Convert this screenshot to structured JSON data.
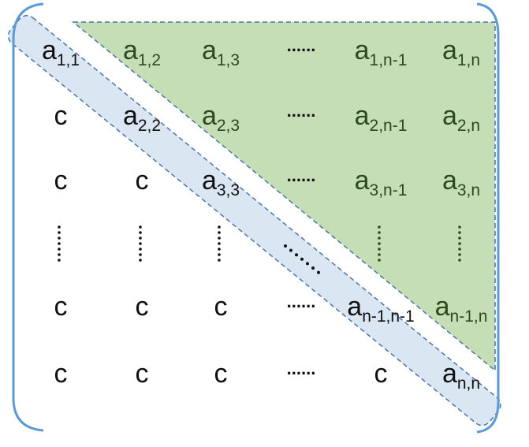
{
  "colors": {
    "upper_fill": "#c5deb5",
    "diagonal_fill": "#dae7f3",
    "dash_stroke": "#4a74a8",
    "bracket": "#5b9bd5",
    "upper_text": "#2c4a1c",
    "text": "#111111"
  },
  "matrix": {
    "rows": [
      [
        {
          "t": "a",
          "sub": "1,1"
        },
        {
          "t": "a",
          "sub": "1,2",
          "upper": true
        },
        {
          "t": "a",
          "sub": "1,3",
          "upper": true
        },
        {
          "t": "hdots",
          "text": "......"
        },
        {
          "t": "a",
          "sub": "1,n-1",
          "upper": true
        },
        {
          "t": "a",
          "sub": "1,n",
          "upper": true
        }
      ],
      [
        {
          "t": "c",
          "text": "c"
        },
        {
          "t": "a",
          "sub": "2,2"
        },
        {
          "t": "a",
          "sub": "2,3",
          "upper": true
        },
        {
          "t": "hdots",
          "text": "......"
        },
        {
          "t": "a",
          "sub": "2,n-1",
          "upper": true
        },
        {
          "t": "a",
          "sub": "2,n",
          "upper": true
        }
      ],
      [
        {
          "t": "c",
          "text": "c"
        },
        {
          "t": "c",
          "text": "c"
        },
        {
          "t": "a",
          "sub": "3,3"
        },
        {
          "t": "hdots",
          "text": "......"
        },
        {
          "t": "a",
          "sub": "3,n-1",
          "upper": true
        },
        {
          "t": "a",
          "sub": "3,n",
          "upper": true
        }
      ],
      [
        {
          "t": "vdots"
        },
        {
          "t": "vdots"
        },
        {
          "t": "vdots"
        },
        {
          "t": "ddots"
        },
        {
          "t": "vdots",
          "upper": true
        },
        {
          "t": "vdots",
          "upper": true
        }
      ],
      [
        {
          "t": "c",
          "text": "c"
        },
        {
          "t": "c",
          "text": "c"
        },
        {
          "t": "c",
          "text": "c"
        },
        {
          "t": "hdots",
          "text": "......"
        },
        {
          "t": "a",
          "sub": "n-1,n-1",
          "small": true
        },
        {
          "t": "a",
          "sub": "n-1,n",
          "upper": true
        }
      ],
      [
        {
          "t": "c",
          "text": "c"
        },
        {
          "t": "c",
          "text": "c"
        },
        {
          "t": "c",
          "text": "c"
        },
        {
          "t": "hdots",
          "text": "......"
        },
        {
          "t": "c",
          "text": "c"
        },
        {
          "t": "a",
          "sub": "n,n"
        }
      ]
    ]
  }
}
